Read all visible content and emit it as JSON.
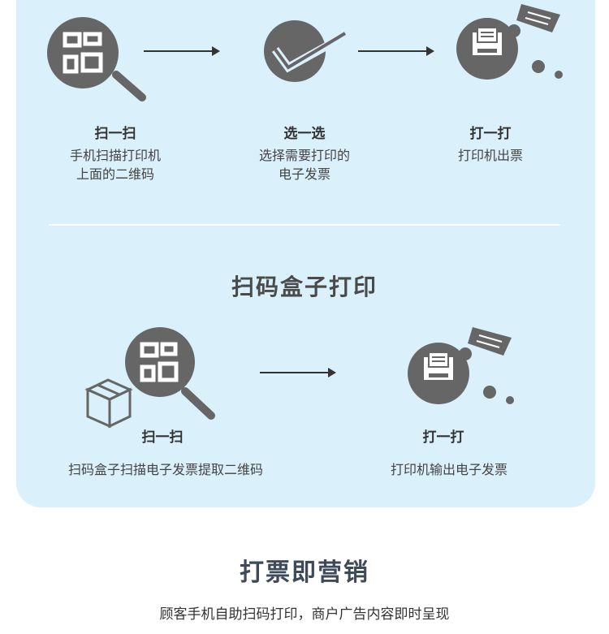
{
  "top_steps": [
    {
      "title": "扫一扫",
      "desc": "手机扫描打印机\n上面的二维码",
      "icon": "qr-magnifier-icon"
    },
    {
      "title": "选一选",
      "desc": "选择需要打印的\n电子发票",
      "icon": "checkmark-icon"
    },
    {
      "title": "打一打",
      "desc": "打印机出票",
      "icon": "printer-icon"
    }
  ],
  "box_section": {
    "title": "扫码盒子打印",
    "steps": [
      {
        "title": "扫一扫",
        "desc": "扫码盒子扫描电子发票提取二维码",
        "icon": "box-qr-scan-icon"
      },
      {
        "title": "打一打",
        "desc": "打印机输出电子发票",
        "icon": "printer-icon"
      }
    ]
  },
  "footer": {
    "title": "打票即营销",
    "text": "顾客手机自助扫码打印，商户广告内容即时呈现"
  },
  "colors": {
    "panel": "#daf0fb",
    "icon": "#666666"
  }
}
